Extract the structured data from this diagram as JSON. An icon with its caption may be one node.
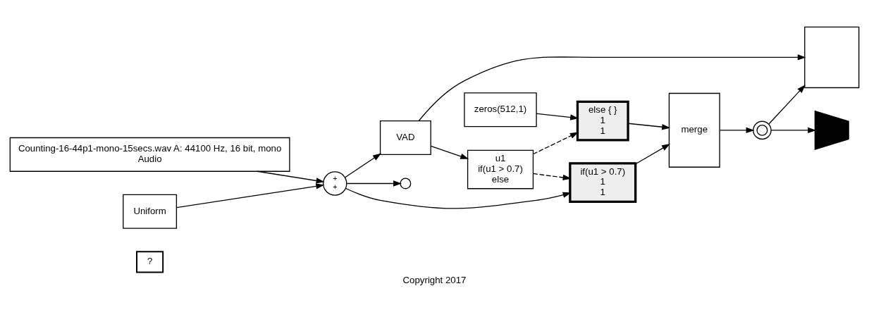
{
  "diagram": {
    "nodes": [
      {
        "text": [
          "?"
        ]
      },
      {
        "text": [
          "Counting-16-44p1-mono-15secs.wav A: 44100 Hz, 16 bit, mono",
          "Audio"
        ]
      },
      {
        "text": [
          "+",
          "+"
        ]
      },
      {
        "text": [
          "Uniform"
        ]
      },
      {
        "text": [
          "VAD"
        ]
      },
      {
        "text": [
          "u1",
          "if(u1 > 0.7)",
          "else"
        ]
      },
      {
        "text": [],
        "shape": "circle"
      },
      {
        "text": [
          "if(u1 > 0.7)",
          "1",
          "1"
        ]
      },
      {
        "text": [
          "zeros(512,1)"
        ]
      },
      {
        "text": [
          "else { }",
          "1",
          "1"
        ]
      },
      {
        "text": [
          "merge"
        ]
      },
      {
        "text": [],
        "shape": "switch"
      },
      {
        "text": [],
        "shape": "box"
      },
      {
        "text": [],
        "shape": "speaker"
      }
    ],
    "edges": [
      {
        "from": 1,
        "to": 2,
        "arrow": "to"
      },
      {
        "from": 3,
        "to": 2,
        "arrow": "to"
      },
      {
        "from": 2,
        "to": 4,
        "arrow": "to"
      },
      {
        "from": 2,
        "to": 6,
        "arrow": "to"
      },
      {
        "from": 2,
        "to": 7,
        "arrow": "to"
      },
      {
        "from": 4,
        "to": 5,
        "arrow": "to"
      },
      {
        "from": 4,
        "to": 12,
        "arrow": "to"
      },
      {
        "from": 5,
        "to": 7,
        "arrow": "to",
        "style": "dashed"
      },
      {
        "from": 5,
        "to": 9,
        "arrow": "to",
        "style": "dashed"
      },
      {
        "from": 8,
        "to": 9,
        "arrow": "to"
      },
      {
        "from": 7,
        "to": 10,
        "arrow": "to"
      },
      {
        "from": 9,
        "to": 10,
        "arrow": "to"
      },
      {
        "from": 10,
        "to": 11,
        "arrow": "to"
      },
      {
        "from": 11,
        "to": 12,
        "arrow": "to"
      },
      {
        "from": 11,
        "to": 13,
        "arrow": "to"
      }
    ],
    "labels": [
      "Copyright 2017"
    ]
  }
}
